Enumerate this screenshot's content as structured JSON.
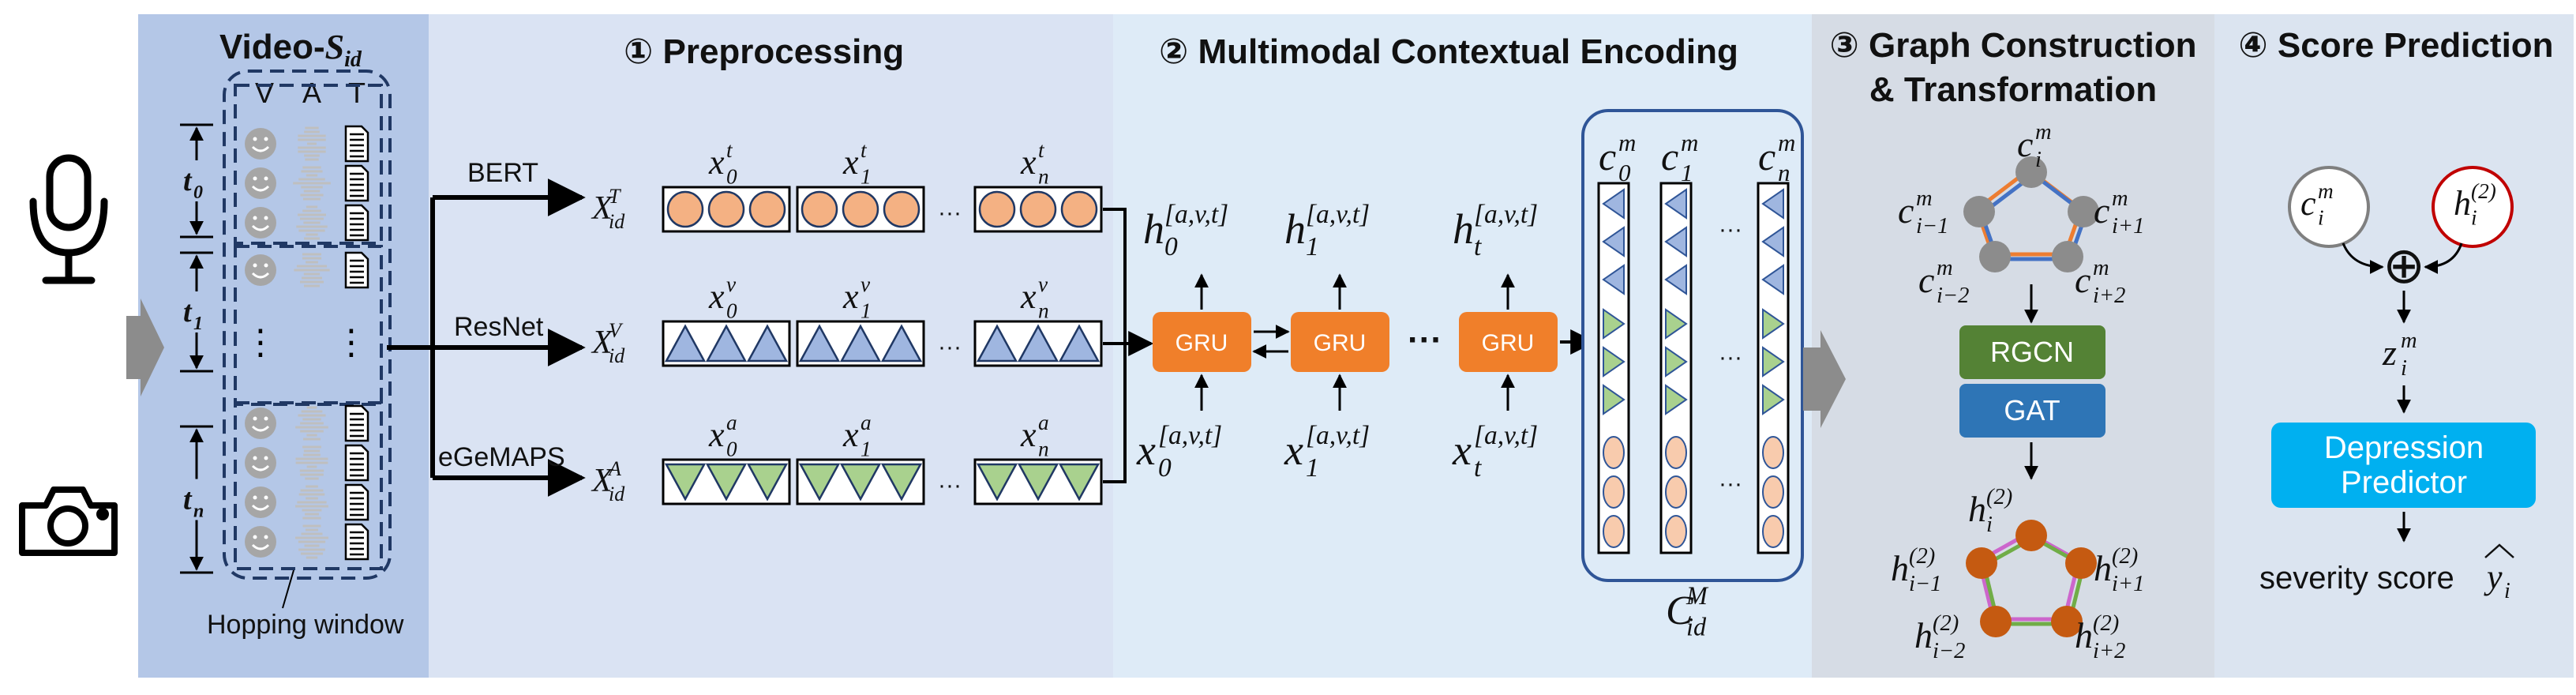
{
  "input": {
    "title": "Video-",
    "title_var": "S",
    "title_sub": "id",
    "modalities": [
      "V",
      "A",
      "T"
    ],
    "time_segments": [
      {
        "var": "t",
        "sub": "0"
      },
      {
        "var": "t",
        "sub": "1"
      },
      {
        "var": "t",
        "sub": "n"
      }
    ],
    "ellipsis": "⋮",
    "hopping_window": "Hopping window"
  },
  "stage1": {
    "header": "① Preprocessing",
    "extractors": [
      "BERT",
      "ResNet",
      "eGeMAPS"
    ],
    "rows": [
      {
        "var": "X",
        "sup": "T",
        "sub": "id",
        "x_sup": "t",
        "color": "#f4b183",
        "shape": "circle"
      },
      {
        "var": "X",
        "sup": "V",
        "sub": "id",
        "x_sup": "v",
        "color": "#9fb6e0",
        "shape": "triangle-up"
      },
      {
        "var": "X",
        "sup": "A",
        "sub": "id",
        "x_sup": "a",
        "color": "#a9d18e",
        "shape": "triangle-down"
      }
    ],
    "frame_subs": [
      "0",
      "1",
      "n"
    ],
    "frame_var": "x",
    "dots": "···"
  },
  "stage2": {
    "header": "② Multimodal Contextual Encoding",
    "gru_label": "GRU",
    "h_var": "h",
    "x_var": "x",
    "mod_sup": "[a,v,t]",
    "h_subs": [
      "0",
      "1",
      "t"
    ],
    "c_var": "c",
    "c_sup": "m",
    "c_subs": [
      "0",
      "1",
      "n"
    ],
    "C_var": "C",
    "C_sup": "M",
    "C_sub": "id",
    "dots": "···"
  },
  "stage3": {
    "header_line1": "③ Graph Construction",
    "header_line2": "& Transformation",
    "top_nodes": [
      {
        "var": "c",
        "sup": "m",
        "sub": "i"
      },
      {
        "var": "c",
        "sup": "m",
        "sub": "i−1"
      },
      {
        "var": "c",
        "sup": "m",
        "sub": "i+1"
      },
      {
        "var": "c",
        "sup": "m",
        "sub": "i−2"
      },
      {
        "var": "c",
        "sup": "m",
        "sub": "i+2"
      }
    ],
    "bottom_nodes": [
      {
        "var": "h",
        "sup": "(2)",
        "sub": "i"
      },
      {
        "var": "h",
        "sup": "(2)",
        "sub": "i−1"
      },
      {
        "var": "h",
        "sup": "(2)",
        "sub": "i+1"
      },
      {
        "var": "h",
        "sup": "(2)",
        "sub": "i−2"
      },
      {
        "var": "h",
        "sup": "(2)",
        "sub": "i+2"
      }
    ],
    "rgcn_label": "RGCN",
    "gat_label": "GAT",
    "colors": {
      "rgcn": "#548235",
      "gat": "#2e75b6",
      "node_gray": "#8c8c8c",
      "node_orange": "#c55a11"
    }
  },
  "stage4": {
    "header": "④ Score Prediction",
    "c_node": {
      "var": "c",
      "sup": "m",
      "sub": "i"
    },
    "h_node": {
      "var": "h",
      "sup": "(2)",
      "sub": "i"
    },
    "plus_symbol": "⊕",
    "z_node": {
      "var": "z",
      "sup": "m",
      "sub": "i"
    },
    "predictor_line1": "Depression",
    "predictor_line2": "Predictor",
    "output_text": "severity score",
    "output_var": "y",
    "output_sub": "i",
    "colors": {
      "predictor": "#00b0f0"
    }
  },
  "palette": {
    "input_bg": "#b4c7e7",
    "stage1_bg": "#dae3f3",
    "stage2_bg": "#deebf7",
    "stage3_bg": "#d6dce5",
    "stage4_bg": "#dbe4f0",
    "gru": "#f07f2a",
    "frame_border": "#203864"
  }
}
